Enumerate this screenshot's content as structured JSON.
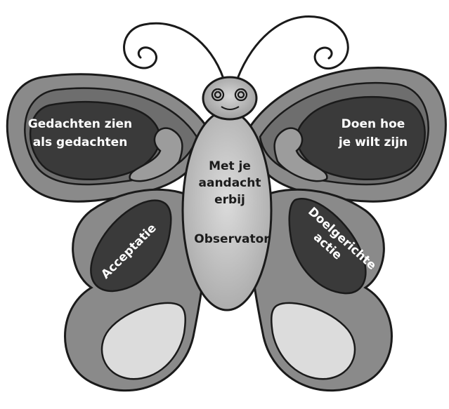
{
  "diagram": {
    "upper_left_wing": [
      "Gedachten zien",
      "als gedachten"
    ],
    "upper_right_wing": [
      "Doen hoe",
      "je wilt zijn"
    ],
    "body": [
      "Met je",
      "aandacht",
      "erbij"
    ],
    "body_lower": "Observator",
    "lower_left_wing": "Acceptatie",
    "lower_right_wing": [
      "Doelgerichte",
      "actie"
    ]
  },
  "colors": {
    "outline": "#1a1a1a",
    "wing_outer": "#8a8a8a",
    "wing_band": "#6e6e6e",
    "wing_inner_dark": "#3a3a3a",
    "lower_drop_light": "#dcdcdc",
    "body_fill": "#c9c9c9",
    "text_light": "#ffffff",
    "text_dark": "#1c1c1c"
  }
}
